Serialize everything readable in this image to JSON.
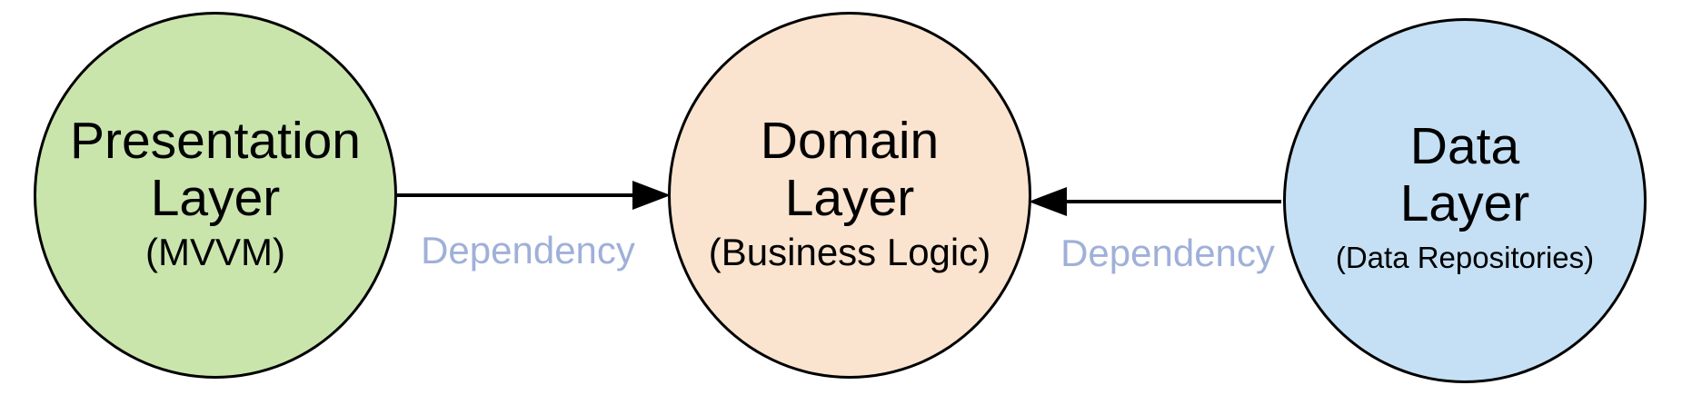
{
  "diagram": {
    "background": "#ffffff",
    "edge_color": "#000000",
    "edge_label_color": "#9fb0d8",
    "node_stroke_color": "#000000",
    "nodes": [
      {
        "id": "presentation-layer",
        "line1": "Presentation",
        "line2": "Layer",
        "subtitle": "(MVVM)",
        "fill": "#c9e5ac"
      },
      {
        "id": "domain-layer",
        "line1": "Domain",
        "line2": "Layer",
        "subtitle": "(Business Logic)",
        "fill": "#fae4cf"
      },
      {
        "id": "data-layer",
        "line1": "Data",
        "line2": "Layer",
        "subtitle": "(Data Repositories)",
        "fill": "#c5e0f4"
      }
    ],
    "edges": [
      {
        "from": "presentation-layer",
        "to": "domain-layer",
        "label": "Dependency",
        "direction": "left-to-right"
      },
      {
        "from": "data-layer",
        "to": "domain-layer",
        "label": "Dependency",
        "direction": "right-to-left"
      }
    ]
  }
}
